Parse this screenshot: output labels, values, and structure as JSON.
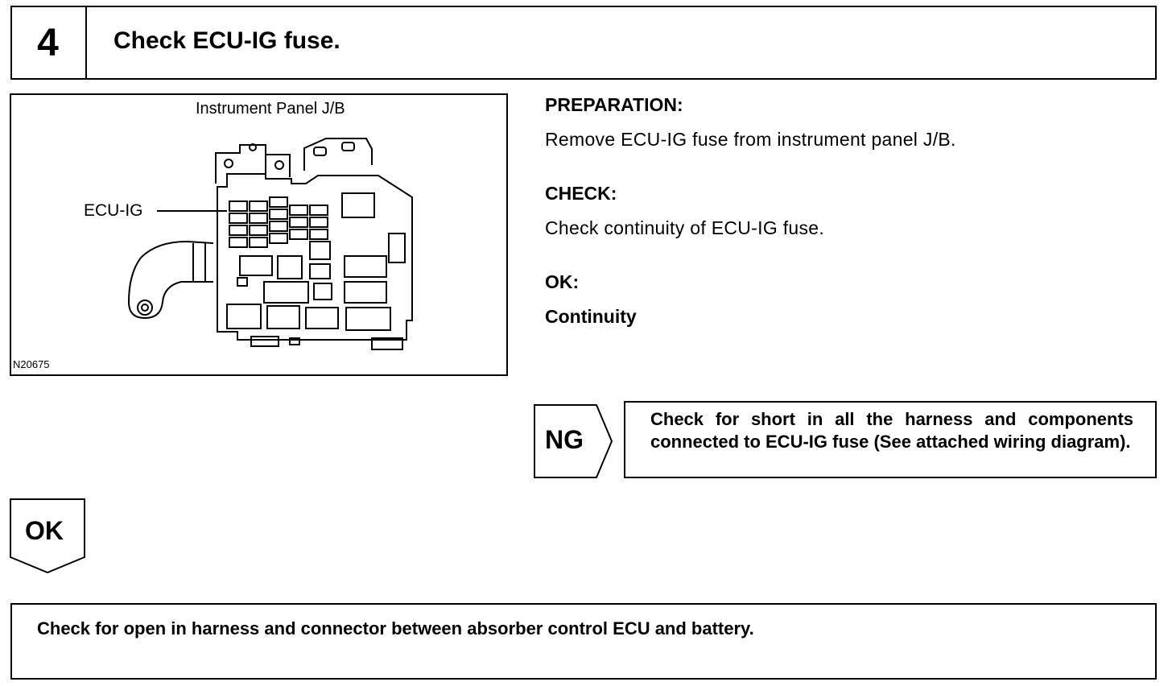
{
  "step": {
    "number": "4",
    "title": "Check ECU-IG fuse."
  },
  "figure": {
    "caption": "Instrument Panel J/B",
    "callout": "ECU-IG",
    "code": "N20675"
  },
  "instructions": {
    "preparation_label": "PREPARATION:",
    "preparation_text": "Remove ECU-IG fuse from instrument panel J/B.",
    "check_label": "CHECK:",
    "check_text": "Check continuity of ECU-IG fuse.",
    "ok_label": "OK:",
    "ok_text": "Continuity"
  },
  "ng_branch": {
    "tag": "NG",
    "result": "Check for short in all the harness and components connected to ECU-IG fuse (See attached wiring diagram)."
  },
  "ok_branch": {
    "tag": "OK",
    "next_action": "Check for open in harness and connector between absorber control ECU and battery."
  }
}
